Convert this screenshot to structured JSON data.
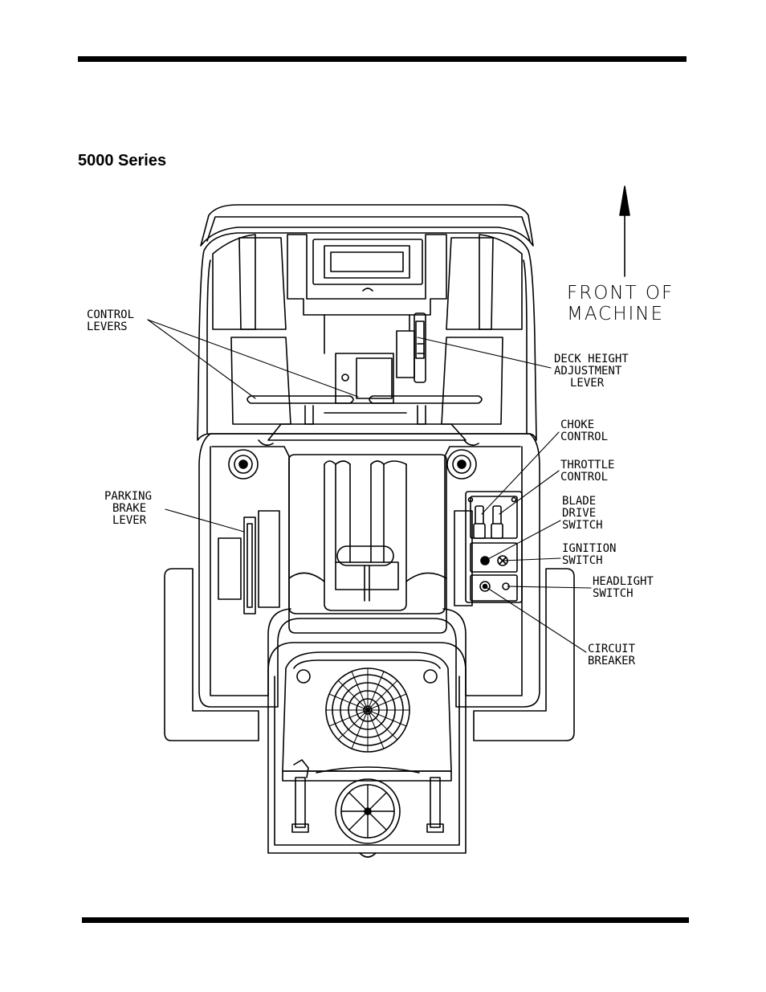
{
  "heading": "5000 Series",
  "front_label": [
    "FRONT  OF",
    "MACHINE"
  ],
  "labels": {
    "control_levers": [
      "CONTROL",
      "LEVERS"
    ],
    "deck_height": [
      "DECK  HEIGHT",
      "ADJUSTMENT",
      "LEVER"
    ],
    "choke": [
      "CHOKE",
      "CONTROL"
    ],
    "throttle": [
      "THROTTLE",
      "CONTROL"
    ],
    "parking_brake": [
      "PARKING",
      "BRAKE",
      "LEVER"
    ],
    "blade_drive": [
      "BLADE",
      "DRIVE",
      "SWITCH"
    ],
    "ignition": [
      "IGNITION",
      "SWITCH"
    ],
    "headlight": [
      "HEADLIGHT",
      "SWITCH"
    ],
    "circuit_breaker": [
      "CIRCUIT",
      "BREAKER"
    ]
  }
}
